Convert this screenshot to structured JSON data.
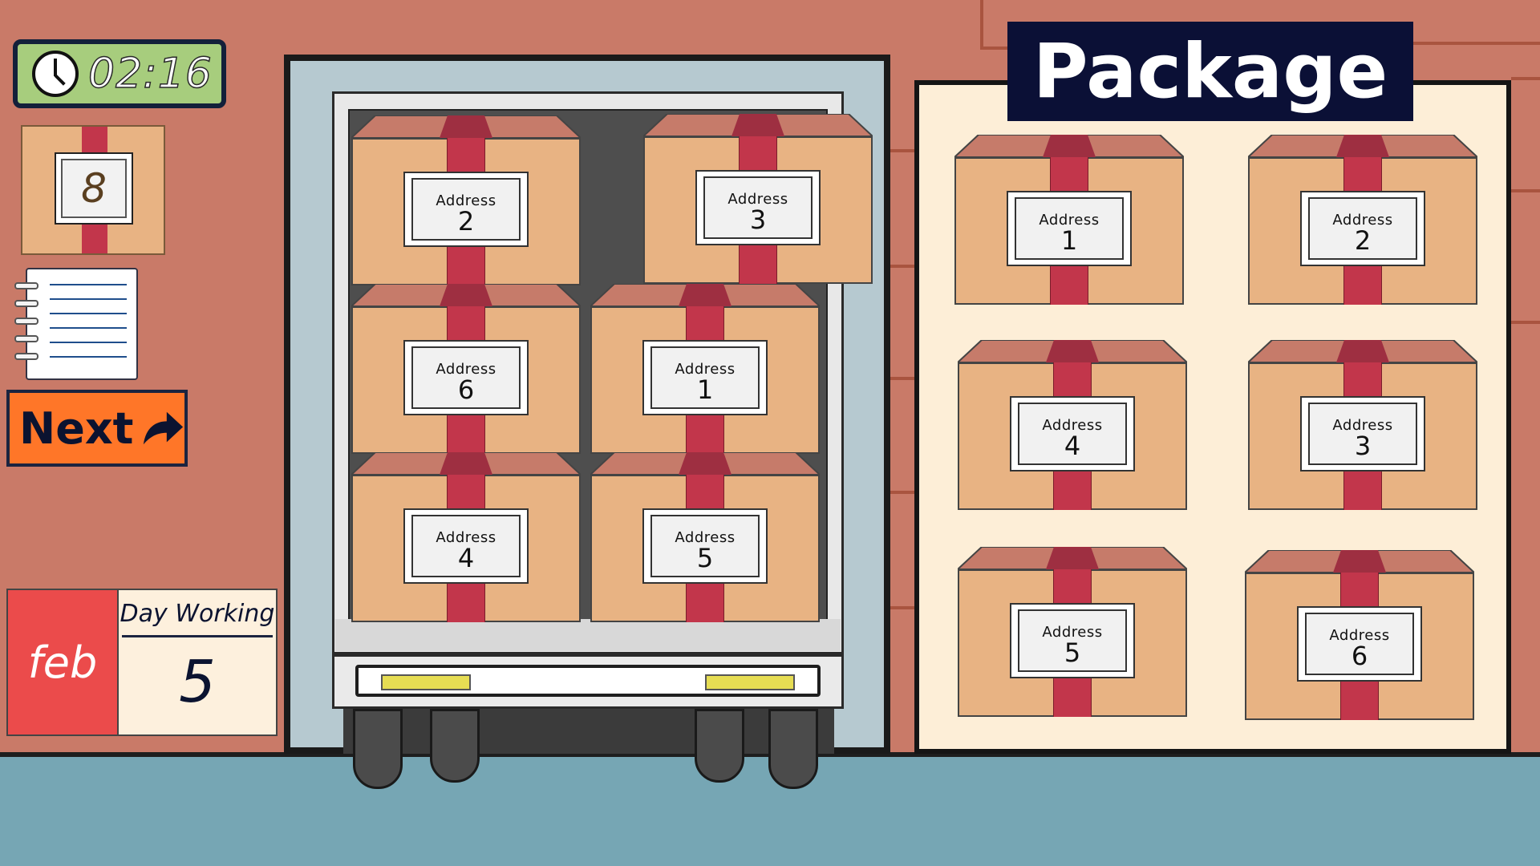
{
  "hud": {
    "timer": "02:16",
    "package_count": "8",
    "next_label": "Next",
    "calendar": {
      "month": "feb",
      "label": "Day Working",
      "day": "5"
    }
  },
  "truck": {
    "boxes": [
      {
        "word": "Address",
        "num": "2"
      },
      {
        "word": "Address",
        "num": "3"
      },
      {
        "word": "Address",
        "num": "6"
      },
      {
        "word": "Address",
        "num": "1"
      },
      {
        "word": "Address",
        "num": "4"
      },
      {
        "word": "Address",
        "num": "5"
      }
    ]
  },
  "board": {
    "title": "Package",
    "boxes": [
      {
        "word": "Address",
        "num": "1"
      },
      {
        "word": "Address",
        "num": "2"
      },
      {
        "word": "Address",
        "num": "4"
      },
      {
        "word": "Address",
        "num": "3"
      },
      {
        "word": "Address",
        "num": "5"
      },
      {
        "word": "Address",
        "num": "6"
      }
    ]
  },
  "colors": {
    "wall": "#c97a68",
    "floor": "#76a6b4",
    "box": "#e8b383",
    "strap": "#c2364b",
    "next_button": "#ff7628",
    "title_bg": "#0b1036"
  }
}
